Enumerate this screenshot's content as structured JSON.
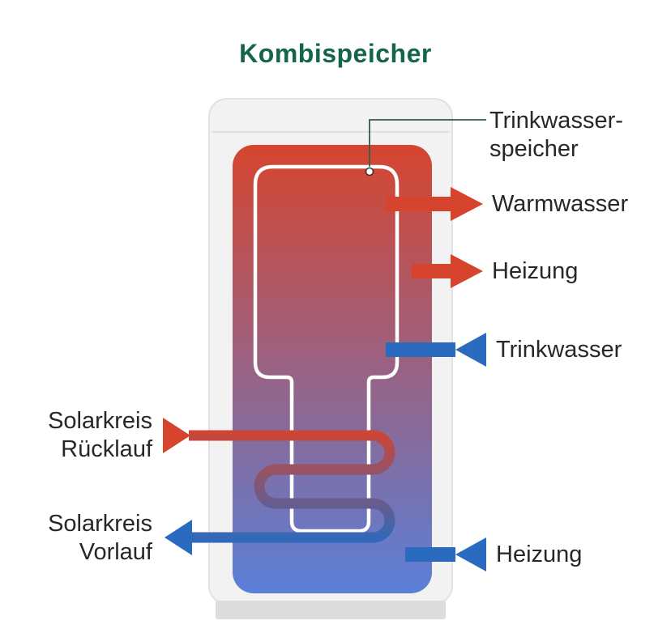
{
  "title": "Kombispeicher",
  "colors": {
    "red": "#d6442e",
    "blue": "#2a6abf",
    "green": "#15654c",
    "text": "#26262b",
    "tank_gradient_top": "#d6452f",
    "tank_gradient_bottom": "#5b80d8",
    "tank_shell": "#f2f2f2",
    "tank_base": "#dcdcdc",
    "white_outline": "#ffffff"
  },
  "labels": {
    "trinkwasserspeicher": {
      "line1": "Trinkwasser-",
      "line2": "speicher"
    },
    "warmwasser": "Warmwasser",
    "heizung_top": "Heizung",
    "trinkwasser": "Trinkwasser",
    "heizung_bottom": "Heizung",
    "solarkreis_ruecklauf": {
      "line1": "Solarkreis",
      "line2": "Rücklauf"
    },
    "solarkreis_vorlauf": {
      "line1": "Solarkreis",
      "line2": "Vorlauf"
    }
  }
}
